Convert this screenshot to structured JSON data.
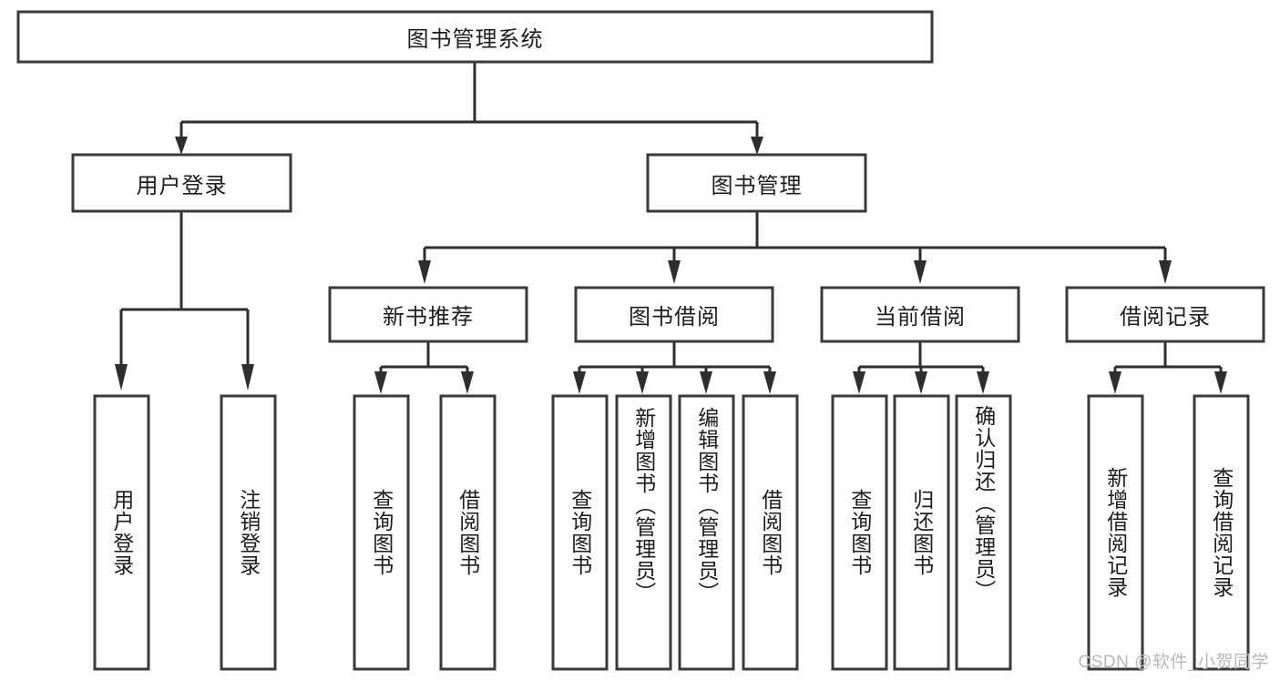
{
  "diagram": {
    "title": "图书管理系统",
    "type": "tree",
    "watermark": "CSDN @软件_小贺同学",
    "colors": {
      "box_stroke": "#3a3a3a",
      "box_fill": "#ffffff",
      "connector": "#2e2e2e",
      "text": "#1d1d1d",
      "watermark": "#b9b9b9",
      "background": "#ffffff"
    },
    "root": {
      "label": "图书管理系统"
    },
    "level2": [
      {
        "label": "用户登录"
      },
      {
        "label": "图书管理"
      }
    ],
    "level3": [
      {
        "label": "新书推荐"
      },
      {
        "label": "图书借阅"
      },
      {
        "label": "当前借阅"
      },
      {
        "label": "借阅记录"
      }
    ],
    "leaves": {
      "user_login": [
        {
          "label": "用户登录"
        },
        {
          "label": "注销登录"
        }
      ],
      "new_book_recommend": [
        {
          "label": "查询图书"
        },
        {
          "label": "借阅图书"
        }
      ],
      "book_borrow": [
        {
          "label": "查询图书"
        },
        {
          "label": "新增图书（管理员）"
        },
        {
          "label": "编辑图书（管理员）"
        },
        {
          "label": "借阅图书"
        }
      ],
      "current_borrow": [
        {
          "label": "查询图书"
        },
        {
          "label": "归还图书"
        },
        {
          "label": "确认归还（管理员）"
        }
      ],
      "borrow_record": [
        {
          "label": "新增借阅记录"
        },
        {
          "label": "查询借阅记录"
        }
      ]
    }
  }
}
